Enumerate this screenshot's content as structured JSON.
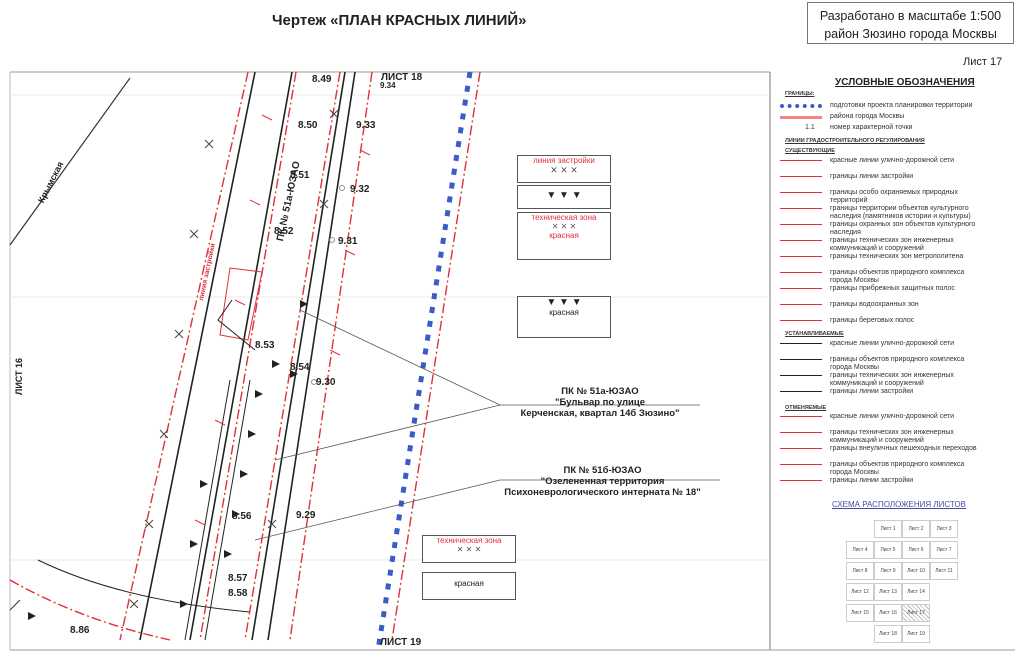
{
  "header": {
    "title": "Чертеж «ПЛАН КРАСНЫХ ЛИНИЙ»",
    "scale_line1": "Разработано в масштабе 1:500",
    "scale_line2": "район Зюзино города Москвы",
    "sheet": "Лист 17"
  },
  "map": {
    "sheet_top": "ЛИСТ 18",
    "sheet_left": "ЛИСТ 16",
    "sheet_bottom": "ЛИСТ 19",
    "street_label": "Крымская",
    "points": [
      "8.49",
      "8.50",
      "8.51",
      "8.52",
      "8.53",
      "8.54",
      "8.56",
      "8.57",
      "8.58",
      "8.86",
      "9.29",
      "9.30",
      "9.31",
      "9.32",
      "9.33",
      "9.34"
    ],
    "pk_vertical": "ПК № 51а-ЮЗАО",
    "line_zastroiki_rot": "линия застройки",
    "callout_a": {
      "title": "ПК № 51а-ЮЗАО",
      "line1": "\"Бульвар по улице",
      "line2": "Керченская, квартал 14б Зюзино\""
    },
    "callout_b": {
      "title": "ПК № 51б-ЮЗАО",
      "line1": "\"Озелененная территория",
      "line2": "Психоневрологического интерната № 18\""
    },
    "box1": "линия застройки",
    "box3_top": "техническая зона",
    "box3_bottom": "красная",
    "box4": "красная",
    "box5": "техническая зона",
    "box6": "красная"
  },
  "legend": {
    "title": "УСЛОВНЫЕ ОБОЗНАЧЕНИЯ",
    "sec_borders": "ГРАНИЦЫ:",
    "rows_borders": [
      "подготовки проекта планировки территории",
      "района города Москвы",
      "номер характерной точки"
    ],
    "point_sample": "1.1",
    "sec_regulation": "ЛИНИИ ГРАДОСТРОИТЕЛЬНОГО РЕГУЛИРОВАНИЯ",
    "sec_existing": "СУЩЕСТВУЮЩИЕ",
    "rows_existing": [
      "красные линии улично-дорожной сети",
      "границы линии застройки",
      "границы особо охраняемых природных территорий",
      "границы территории объектов культурного наследия (памятников истории и культуры)",
      "границы охранных зон объектов культурного наследия",
      "границы технических зон инженерных коммуникаций и сооружений",
      "границы технических зон метрополитена",
      "границы объектов природного комплекса города Москвы",
      "границы прибрежных защитных полос",
      "границы водоохранных зон",
      "границы береговых полос"
    ],
    "sec_established": "УСТАНАВЛИВАЕМЫЕ",
    "rows_established": [
      "красные линии улично-дорожной сети",
      "границы объектов природного комплекса города Москвы",
      "границы технических зон инженерных коммуникаций и сооружений",
      "границы линии застройки"
    ],
    "sec_cancelled": "ОТМЕНЯЕМЫЕ",
    "rows_cancelled": [
      "красные линии улично-дорожной сети",
      "границы технических зон инженерных коммуникаций и сооружений",
      "границы внеуличных пешеходных переходов",
      "границы объектов природного комплекса города Москвы",
      "границы линии застройки"
    ],
    "scheme_title": "СХЕМА РАСПОЛОЖЕНИЯ ЛИСТОВ",
    "scheme_cells": [
      "Лист 1",
      "Лист 2",
      "Лист 3",
      "Лист 4",
      "Лист 5",
      "Лист 6",
      "Лист 7",
      "Лист 8",
      "Лист 9",
      "Лист 10",
      "Лист 11",
      "Лист 12",
      "Лист 13",
      "Лист 14",
      "Лист 15",
      "Лист 16",
      "Лист 17",
      "Лист 18",
      "Лист 19"
    ]
  },
  "colors": {
    "red": "#e0303a",
    "blue": "#3a5cc8",
    "dark": "#222222"
  }
}
